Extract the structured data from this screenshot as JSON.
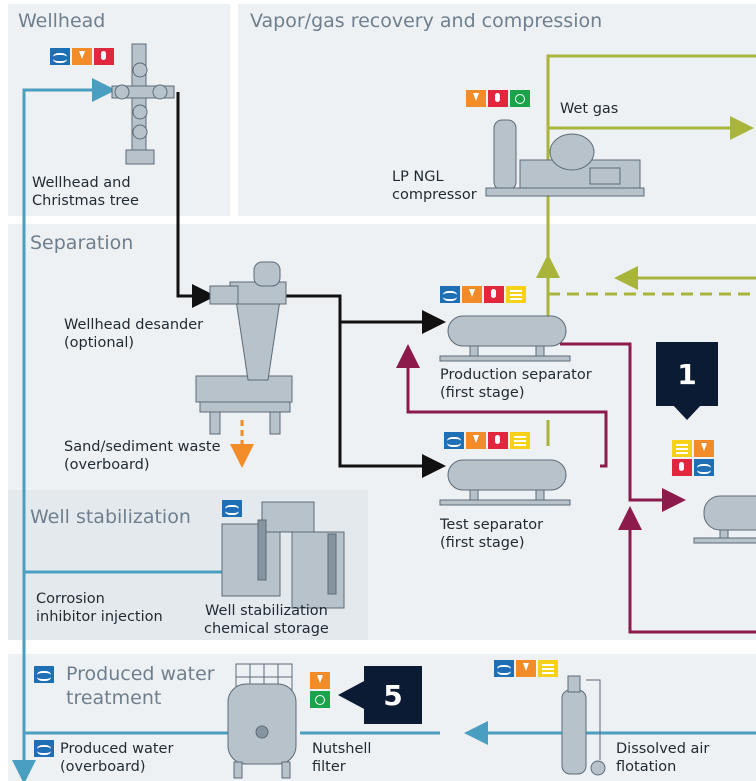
{
  "panels": {
    "wellhead": "Wellhead",
    "vapor": "Vapor/gas recovery and compression",
    "separation": "Separation",
    "stabilization": "Well stabilization",
    "produced_water": "Produced water treatment"
  },
  "labels": {
    "christmas_tree": [
      "Wellhead and",
      "Christmas tree"
    ],
    "wet_gas": "Wet gas",
    "lp_ngl": [
      "LP NGL",
      "compressor"
    ],
    "desander": [
      "Wellhead desander",
      "(optional)"
    ],
    "sand_waste": [
      "Sand/sediment waste",
      "(overboard)"
    ],
    "production_sep": [
      "Production separator",
      "(first stage)"
    ],
    "test_sep": [
      "Test separator",
      "(first stage)"
    ],
    "corrosion": [
      "Corrosion",
      "inhibitor injection"
    ],
    "stab_storage": [
      "Well stabilization",
      "chemical storage"
    ],
    "nutshell": [
      "Nutshell",
      "filter"
    ],
    "daf": [
      "Dissolved air",
      "flotation"
    ],
    "pw_overboard": [
      "Produced water",
      "(overboard)"
    ]
  },
  "callouts": {
    "c1": "1",
    "c5": "5"
  },
  "colors": {
    "panel_bg": "#eef1f4",
    "water_line": "#4a9ec0",
    "oil_line": "#8c1a4a",
    "gas_line": "#a8b43a",
    "feed_line": "#111111",
    "waste_arrow": "#f28c28",
    "callout_bg": "#0b1b33"
  },
  "icon_groups": {
    "wellhead": [
      "flow-icon",
      "pressure-icon",
      "temperature-icon"
    ],
    "compressor": [
      "pressure-icon",
      "temperature-icon",
      "analysis-icon"
    ],
    "production_sep": [
      "flow-icon",
      "pressure-icon",
      "temperature-icon",
      "level-icon"
    ],
    "test_sep": [
      "flow-icon",
      "pressure-icon",
      "temperature-icon",
      "level-icon"
    ],
    "callout1": [
      "level-icon",
      "pressure-icon",
      "temperature-icon",
      "flow-icon"
    ],
    "stabilization": [
      "flow-icon"
    ],
    "nutshell": [
      "pressure-icon",
      "analysis-icon"
    ],
    "daf": [
      "flow-icon",
      "pressure-icon",
      "level-icon"
    ],
    "pw_treatment": [
      "flow-icon"
    ],
    "pw_overboard": [
      "flow-icon"
    ]
  }
}
